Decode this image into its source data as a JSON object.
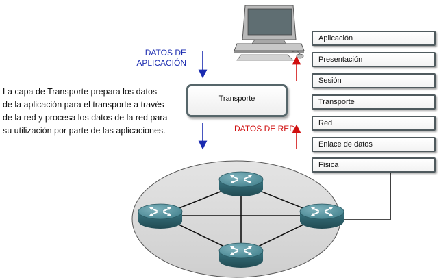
{
  "labels": {
    "app_data": [
      "DATOS DE",
      "APLICACIÓN"
    ],
    "network_data": "DATOS DE RED",
    "transport_box": "Transporte"
  },
  "description": [
    "La capa de Transporte prepara los datos",
    "de la aplicación para el transporte a través",
    "de la red y procesa los datos de la red para",
    "su utilización por parte de las aplicaciones."
  ],
  "osi_layers": [
    "Aplicación",
    "Presentación",
    "Sesión",
    "Transporte",
    "Red",
    "Enlace de datos",
    "Física"
  ],
  "colors": {
    "app_data_arrow": "#1a2bb0",
    "network_data_arrow": "#d01010",
    "router": "#3f7e8a",
    "network_cloud": "#dcdcdc"
  },
  "icons": [
    "computer-icon",
    "router-icon"
  ]
}
